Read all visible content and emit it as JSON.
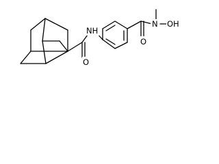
{
  "structure": {
    "atom_labels": {
      "nh": "NH",
      "amide_oxygen": "O",
      "nitrogen": "N",
      "hydroxyl": "OH",
      "carbonyl_oxygen": "O"
    }
  }
}
